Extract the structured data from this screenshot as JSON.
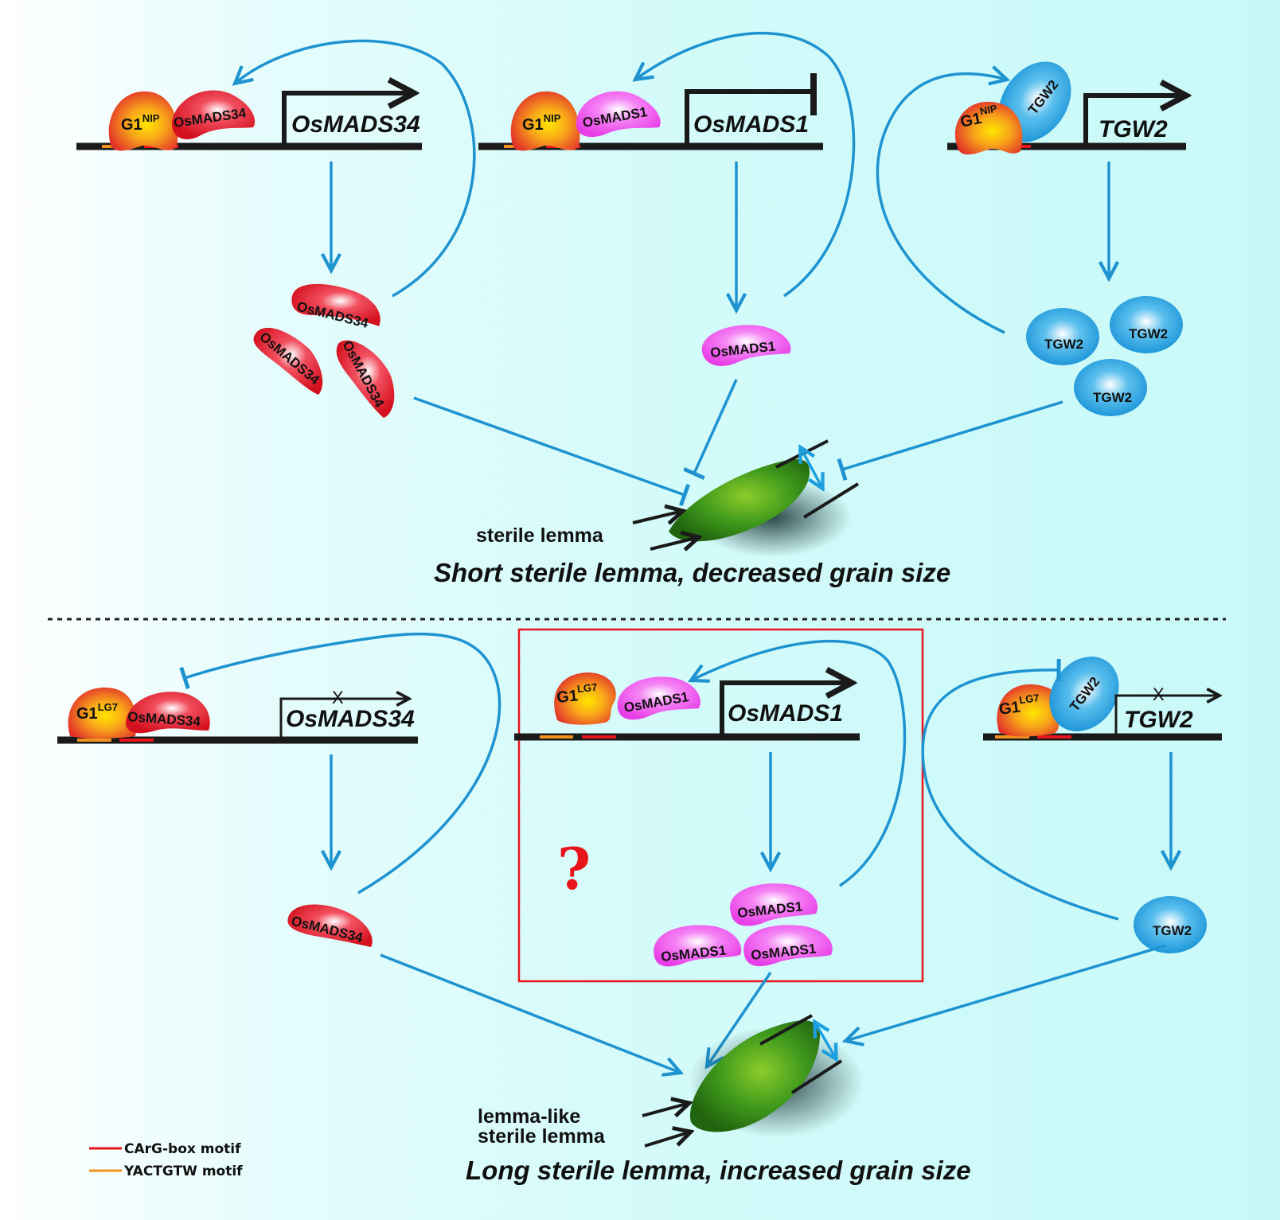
{
  "figure": {
    "colors": {
      "pathway_line": "#1e93d0",
      "dna": "#1a1a1a",
      "carg_motif": "#e8141b",
      "yactgtw_motif": "#f2931e",
      "osmads34": "#e01a2a",
      "osmads1": "#f25cf0",
      "tgw2": "#1ea0e0",
      "g1": "#f39a1c",
      "highlight_box": "#e8141b",
      "grain": "#3c8e1a"
    },
    "top_panel": {
      "condition": "G1 NIP allele",
      "g1": {
        "base": "G1",
        "sup": "NIP"
      },
      "modules": [
        {
          "gene": "OsMADS34",
          "protein": "OsMADS34",
          "promoter_state": "active",
          "feedback": "activation",
          "protein_count": 3,
          "effect_on_grain": "inhibition"
        },
        {
          "gene": "OsMADS1",
          "protein": "OsMADS1",
          "promoter_state": "repressed",
          "feedback": "activation",
          "protein_count": 1,
          "effect_on_grain": "inhibition"
        },
        {
          "gene": "TGW2",
          "protein": "TGW2",
          "promoter_state": "active",
          "feedback": "activation",
          "protein_count": 3,
          "effect_on_grain": "inhibition"
        }
      ],
      "grain_annotation": "sterile lemma",
      "caption": "Short sterile lemma, decreased grain size"
    },
    "bottom_panel": {
      "condition": "G1 LG7 allele",
      "g1": {
        "base": "G1",
        "sup": "LG7"
      },
      "modules": [
        {
          "gene": "OsMADS34",
          "protein": "OsMADS34",
          "promoter_state": "blocked",
          "feedback": "inhibition",
          "protein_count": 1,
          "effect_on_grain": "activation"
        },
        {
          "gene": "OsMADS1",
          "protein": "OsMADS1",
          "promoter_state": "active",
          "feedback": "activation",
          "protein_count": 3,
          "effect_on_grain": "activation",
          "highlighted": true,
          "unknown_mark": "?"
        },
        {
          "gene": "TGW2",
          "protein": "TGW2",
          "promoter_state": "blocked",
          "feedback": "inhibition",
          "protein_count": 1,
          "effect_on_grain": "activation"
        }
      ],
      "grain_annotation_line1": "lemma-like",
      "grain_annotation_line2": "sterile lemma",
      "caption": "Long sterile lemma, increased grain size"
    },
    "legend": [
      {
        "label": "CArG-box motif",
        "color": "#e8141b"
      },
      {
        "label": "YACTGTW motif",
        "color": "#f2931e"
      }
    ],
    "blocked_mark": "X"
  }
}
